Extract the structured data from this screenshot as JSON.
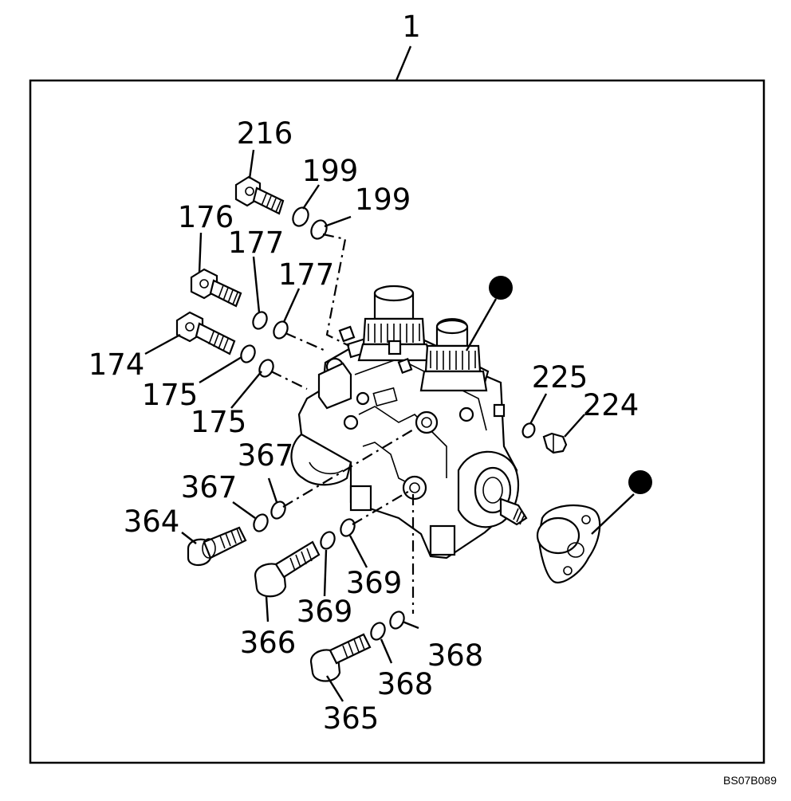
{
  "diagram": {
    "assembly_number": "1",
    "reference_code": "BS07B089",
    "callouts": {
      "c216": "216",
      "c199a": "199",
      "c199b": "199",
      "c176": "176",
      "c177a": "177",
      "c177b": "177",
      "c174": "174",
      "c175a": "175",
      "c175b": "175",
      "c225": "225",
      "c224": "224",
      "c367a": "367",
      "c367b": "367",
      "c364": "364",
      "c369a": "369",
      "c369b": "369",
      "c366": "366",
      "c368a": "368",
      "c368b": "368",
      "c365": "365"
    },
    "markers": [
      {
        "name": "non-serviceable-marker-upper",
        "symbol": "filled-circle"
      },
      {
        "name": "non-serviceable-marker-lower",
        "symbol": "filled-circle"
      }
    ]
  }
}
